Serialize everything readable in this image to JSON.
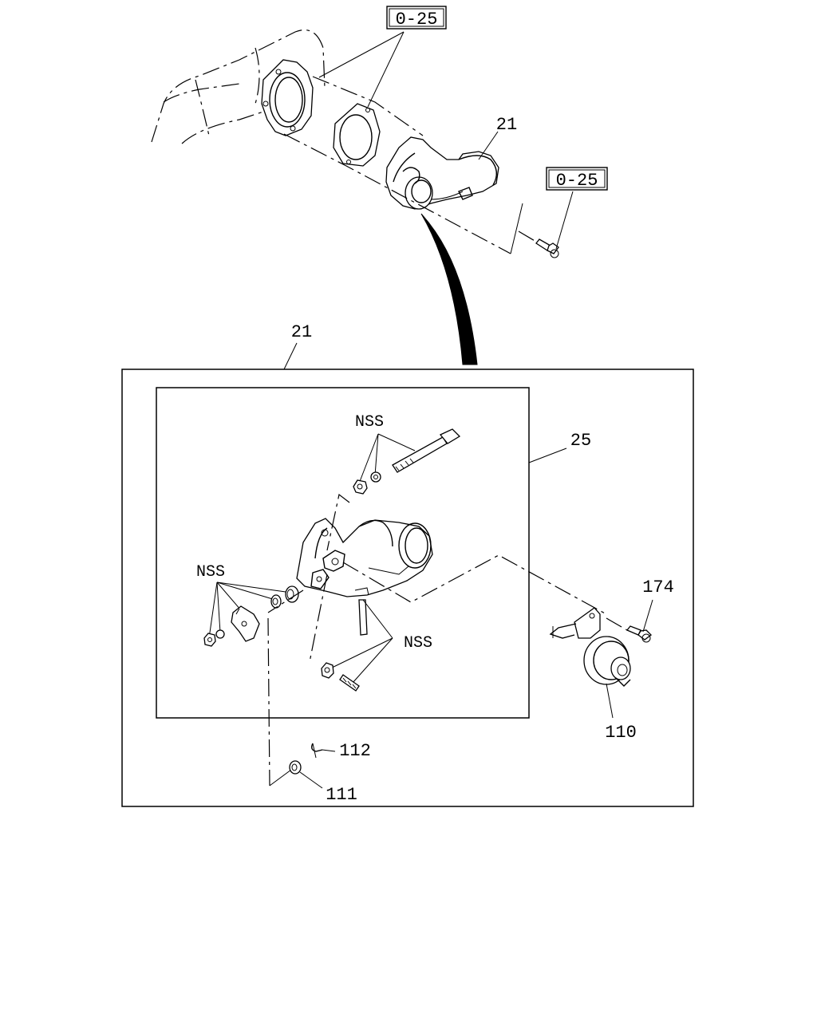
{
  "labels": {
    "ref_top": "0-25",
    "ref_bolt": "0-25",
    "part_21_top": "21",
    "part_21_box": "21",
    "part_25": "25",
    "nss_top": "NSS",
    "nss_left": "NSS",
    "nss_right": "NSS",
    "part_174": "174",
    "part_110": "110",
    "part_112": "112",
    "part_111": "111"
  },
  "colors": {
    "line": "#000000",
    "background": "#ffffff"
  }
}
